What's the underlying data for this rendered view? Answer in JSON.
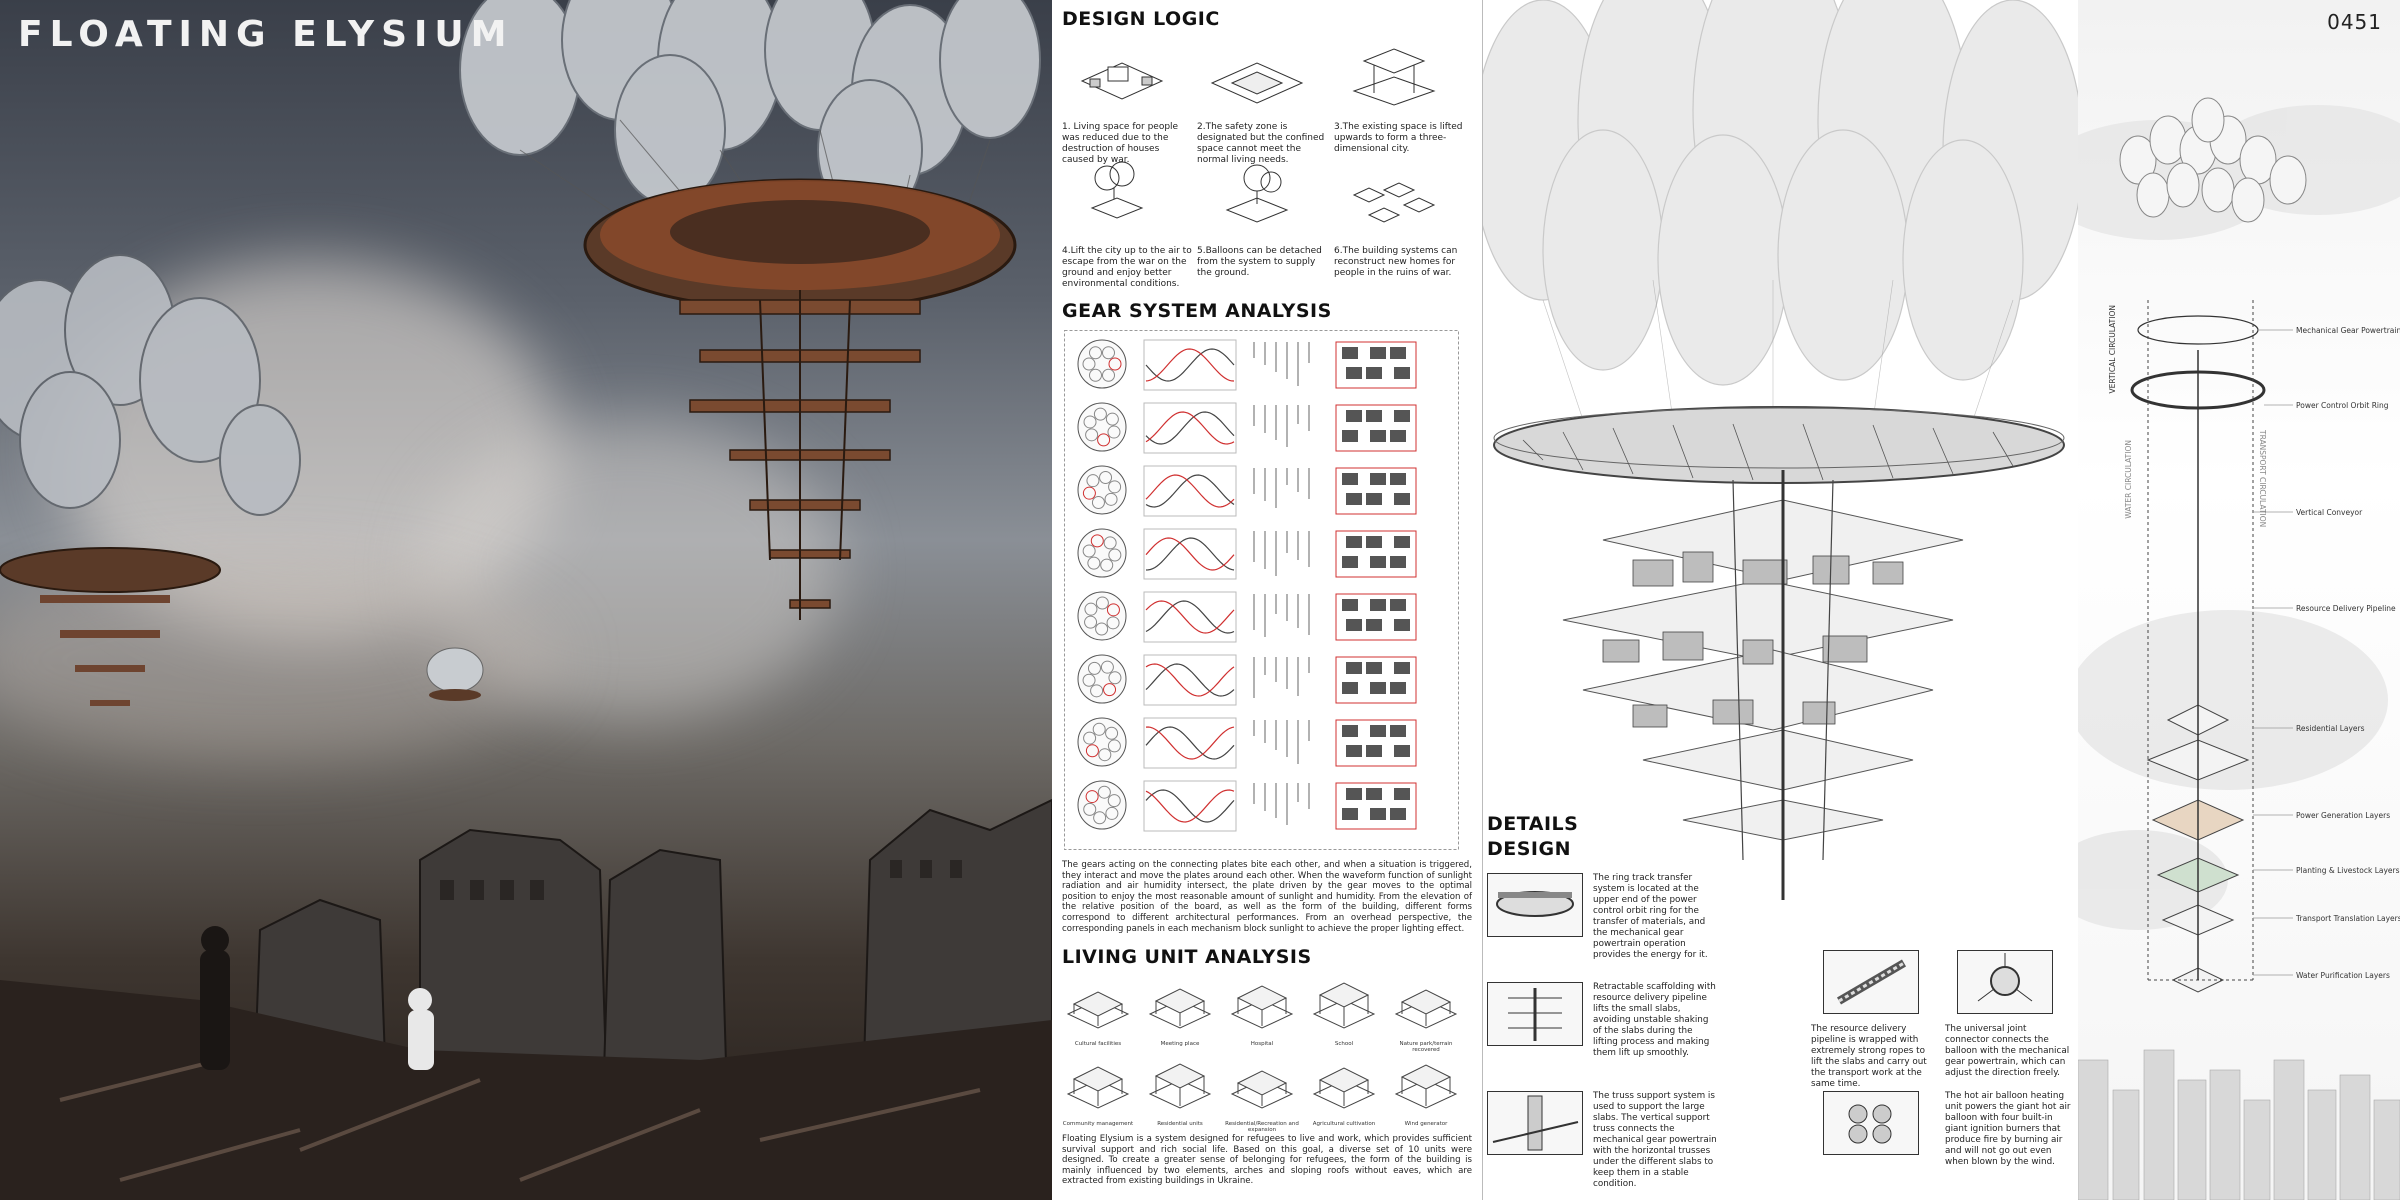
{
  "title": "FLOATING ELYSIUM",
  "sheet_number": "0451",
  "design_logic": {
    "heading": "DESIGN LOGIC",
    "steps": [
      "1. Living space for people was reduced due to the destruction of houses caused by war.",
      "2.The safety zone is designated but the confined space cannot meet the normal living needs.",
      "3.The existing space is lifted upwards to form a three-dimensional city.",
      "4.Lift the city up to the air to escape from the war on the ground and enjoy better environmental conditions.",
      "5.Balloons can be detached from the system to supply the ground.",
      "6.The building systems can reconstruct new homes for people in the ruins of war."
    ]
  },
  "gear_system": {
    "heading": "GEAR SYSTEM ANALYSIS",
    "description": "The gears acting on the connecting plates bite each other, and when a situation is triggered, they interact and move the plates around each other. When the waveform function of sunlight radiation and air humidity intersect, the plate driven by the gear moves to the optimal position to enjoy the most reasonable amount of sunlight and humidity. From the elevation of the relative position of the board, as well as the form of the building, different forms correspond to different architectural performances. From an overhead perspective, the corresponding panels in each mechanism block sunlight to achieve the proper lighting effect."
  },
  "living_unit": {
    "heading": "LIVING UNIT ANALYSIS",
    "units": [
      "Cultural facilities",
      "Meeting place",
      "Hospital",
      "School",
      "Nature park/terrain recovered",
      "Community management",
      "Residential units",
      "Residential/Recreation and expansion",
      "Agricultural cultivation",
      "Wind generator"
    ],
    "description": "Floating Elysium is a system designed for refugees to live and work, which provides sufficient survival support and rich social life. Based on this goal, a diverse set of 10 units were designed. To create a greater sense of belonging for refugees, the form of the building is mainly influenced by two elements, arches and sloping roofs without eaves, which are extracted from existing buildings in Ukraine."
  },
  "details": {
    "heading_line1": "DETAILS",
    "heading_line2": "DESIGN",
    "items": [
      "The ring track transfer system is located at the upper end of the power control orbit ring for the transfer of materials, and the mechanical gear powertrain operation provides the energy for it.",
      "Retractable scaffolding with resource delivery pipeline lifts the small slabs, avoiding unstable shaking of the slabs during the lifting process and making them lift up smoothly.",
      "The truss support system is used to support the large slabs. The vertical support truss connects the mechanical gear powertrain with the horizontal trusses under the different slabs to keep them in a stable condition.",
      "The resource delivery pipeline is wrapped with extremely strong ropes to lift the slabs and carry out the transport work at the same time.",
      "The universal joint connector connects the balloon with the mechanical gear powertrain, which can adjust the direction freely.",
      "The hot air balloon heating unit powers the giant hot air balloon with four built-in giant ignition burners that produce fire by burning air and will not go out even when blown by the wind."
    ]
  },
  "explode": {
    "vertical_labels": [
      "VERTICAL CIRCULATION",
      "WATER CIRCULATION",
      "TRANSPORT CIRCULATION"
    ],
    "labels": [
      "Mechanical Gear Powertrain",
      "Power Control Orbit Ring",
      "Vertical Conveyor",
      "Resource Delivery Pipeline",
      "Residential Layers",
      "Power Generation Layers",
      "Planting & Livestock Layers",
      "Transport Translation Layers",
      "Water Purification Layers"
    ]
  },
  "colors": {
    "accent_red": "#d03030",
    "rust": "#8a4a2a",
    "sky_dark": "#3a3f49"
  }
}
